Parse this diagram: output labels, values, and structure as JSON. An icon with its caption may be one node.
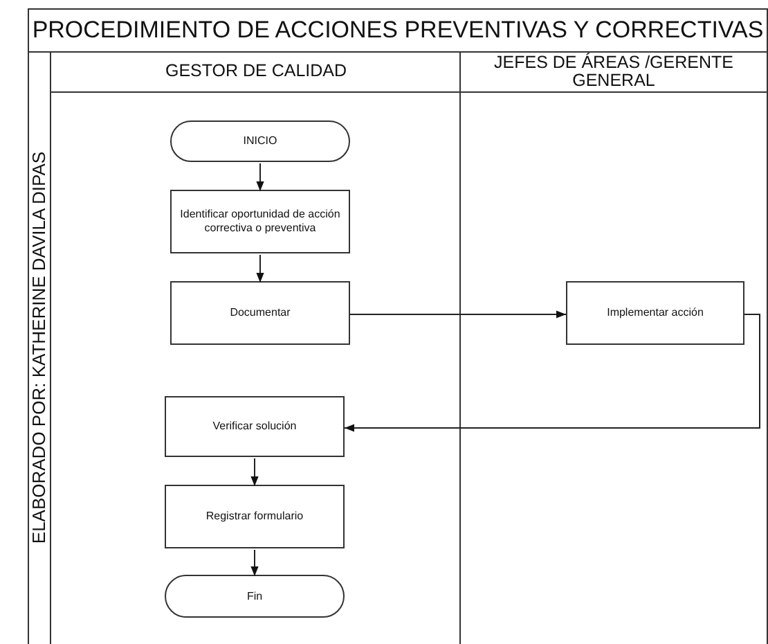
{
  "diagram": {
    "nodes": [
      {
        "text": [
          "PROCEDIMIENTO DE ACCIONES PREVENTIVAS Y CORRECTIVAS"
        ]
      },
      {
        "text": [
          "ELABORADO POR: KATHERINE DAVILA DIPAS"
        ],
        "in": 0
      },
      {
        "text": [
          "GESTOR DE CALIDAD"
        ],
        "in": 0
      },
      {
        "text": [
          "JEFES DE ÁREAS /GERENTE GENERAL"
        ],
        "in": 0
      },
      {
        "text": [
          "INICIO"
        ],
        "in": 2
      },
      {
        "text": [
          "Identificar oportunidad de acción correctiva o preventiva"
        ],
        "in": 2
      },
      {
        "text": [
          "Documentar"
        ],
        "in": 2
      },
      {
        "text": [
          "Implementar acción"
        ],
        "in": 3
      },
      {
        "text": [
          "Verificar solución"
        ],
        "in": 2
      },
      {
        "text": [
          "Registrar formulario"
        ],
        "in": 2
      },
      {
        "text": [
          "Fin"
        ],
        "in": 2
      }
    ],
    "edges": [
      {
        "from": 4,
        "to": 5,
        "arrow": "to"
      },
      {
        "from": 5,
        "to": 6,
        "arrow": "to"
      },
      {
        "from": 6,
        "to": 7,
        "arrow": "to"
      },
      {
        "from": 7,
        "to": 8,
        "arrow": "to"
      },
      {
        "from": 8,
        "to": 9,
        "arrow": "to"
      },
      {
        "from": 9,
        "to": 10,
        "arrow": "to"
      }
    ]
  }
}
